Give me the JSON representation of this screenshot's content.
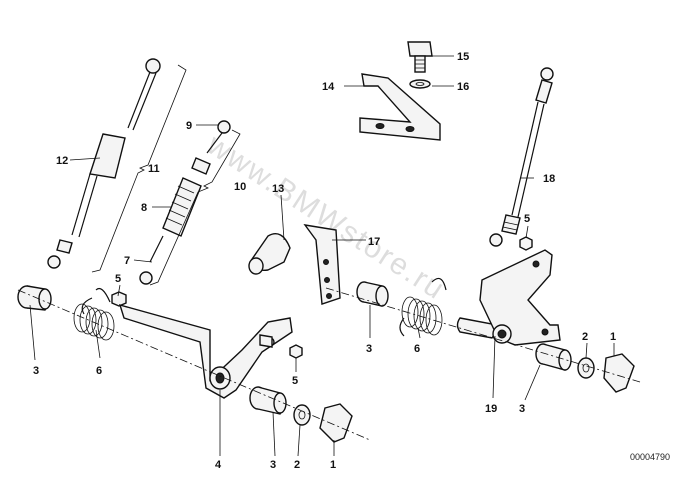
{
  "watermark": "www.BMWstore.ru",
  "reference_number": "00004790",
  "labels": {
    "p1a": "1",
    "p1b": "1",
    "p2a": "2",
    "p2b": "2",
    "p3a": "3",
    "p3b": "3",
    "p3c": "3",
    "p3d": "3",
    "p4": "4",
    "p5a": "5",
    "p5b": "5",
    "p5c": "5",
    "p6a": "6",
    "p6b": "6",
    "p7": "7",
    "p8": "8",
    "p9": "9",
    "p10": "10",
    "p11": "11",
    "p12": "12",
    "p13": "13",
    "p14": "14",
    "p15": "15",
    "p16": "16",
    "p17": "17",
    "p18": "18",
    "p19": "19"
  }
}
